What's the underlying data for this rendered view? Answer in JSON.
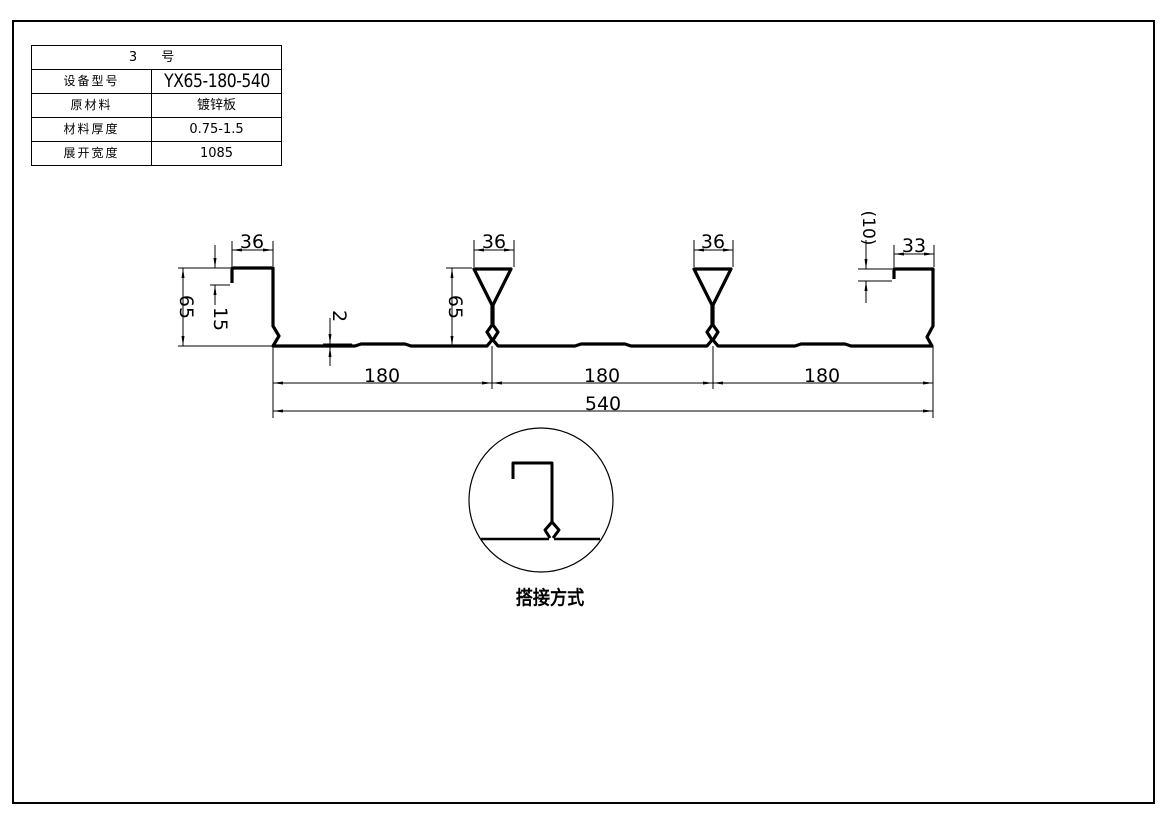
{
  "spec_table": {
    "title": "3 号",
    "rows": [
      {
        "label": "设备型号",
        "value": "YX65-180-540"
      },
      {
        "label": "原材料",
        "value": "镀锌板"
      },
      {
        "label": "材料厚度",
        "value": "0.75-1.5"
      },
      {
        "label": "展开宽度",
        "value": "1085"
      }
    ]
  },
  "profile_dimensions": {
    "left_top_width": "36",
    "left_height": "65",
    "left_step": "15",
    "rib_depth": "2",
    "mid_rib1_width": "36",
    "mid_rib_height": "65",
    "mid_rib2_width": "36",
    "right_step": "(10)",
    "right_top_width": "33",
    "pitch_1": "180",
    "pitch_2": "180",
    "pitch_3": "180",
    "total_width": "540"
  },
  "detail": {
    "caption": "搭接方式"
  },
  "colors": {
    "line": "#000000",
    "background": "#ffffff"
  }
}
